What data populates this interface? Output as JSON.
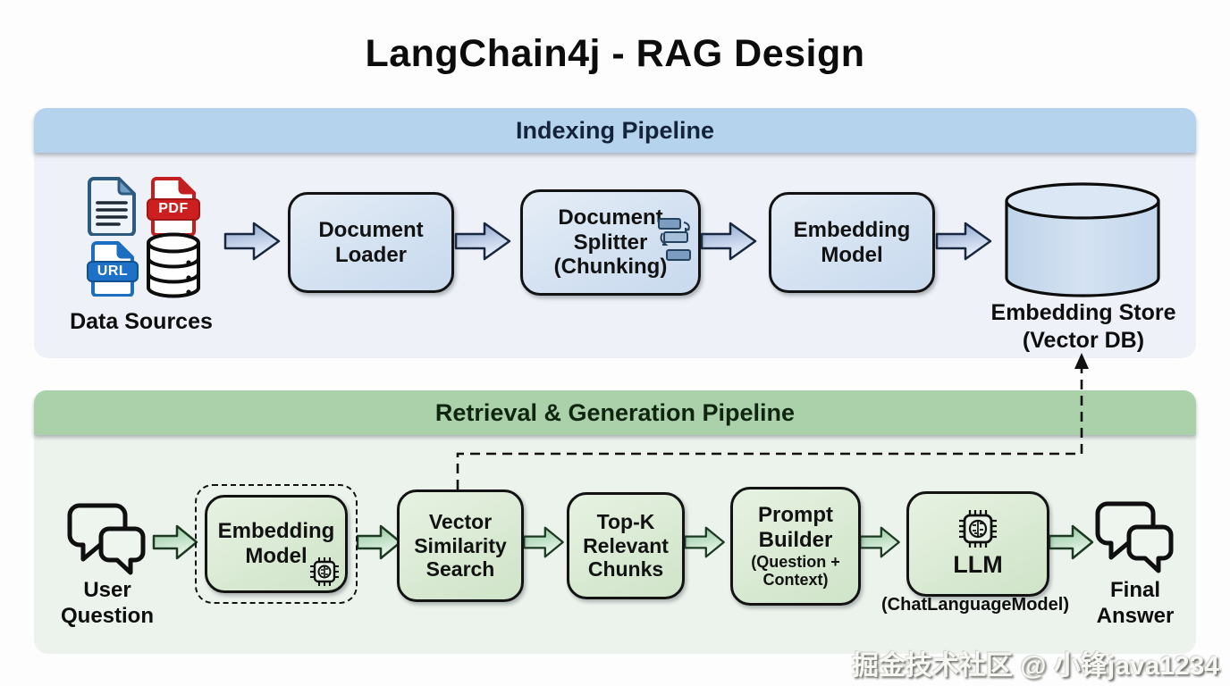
{
  "title": "LangChain4j - RAG Design",
  "watermark": "掘金技术社区 @ 小锋java1234",
  "indexing": {
    "header": "Indexing Pipeline",
    "data_sources": {
      "label": "Data Sources",
      "pdf_badge": "PDF",
      "url_badge": "URL"
    },
    "nodes": {
      "document_loader": {
        "lines": [
          "Document",
          "Loader"
        ]
      },
      "document_splitter": {
        "lines": [
          "Document",
          "Splitter",
          "(Chunking)"
        ]
      },
      "embedding_model": {
        "lines": [
          "Embedding",
          "Model"
        ]
      }
    },
    "embedding_store": {
      "lines": [
        "Embedding Store",
        "(Vector DB)"
      ]
    }
  },
  "retrieval": {
    "header": "Retrieval & Generation Pipeline",
    "user_question": {
      "lines": [
        "User",
        "Question"
      ]
    },
    "nodes": {
      "embedding_model": {
        "lines": [
          "Embedding",
          "Model"
        ]
      },
      "vector_similarity_search": {
        "lines": [
          "Vector",
          "Similarity",
          "Search"
        ]
      },
      "top_k_relevant_chunks": {
        "lines": [
          "Top-K",
          "Relevant",
          "Chunks"
        ]
      },
      "prompt_builder": {
        "lines": [
          "Prompt",
          "Builder"
        ],
        "sublines": [
          "(Question +",
          "Context)"
        ]
      },
      "llm": {
        "label": "LLM",
        "caption": "(ChatLanguageModel)"
      }
    },
    "final_answer": {
      "lines": [
        "Final",
        "Answer"
      ]
    }
  },
  "colors": {
    "indexing_header_bg": "#b5d3ec",
    "indexing_body_bg": "#eef1f8",
    "retrieval_header_bg": "#abd1ab",
    "retrieval_body_bg": "#ecf3ec",
    "blue_node_fill": "#d8e4f2",
    "green_node_fill": "#dcebd7",
    "outline": "#131313"
  }
}
